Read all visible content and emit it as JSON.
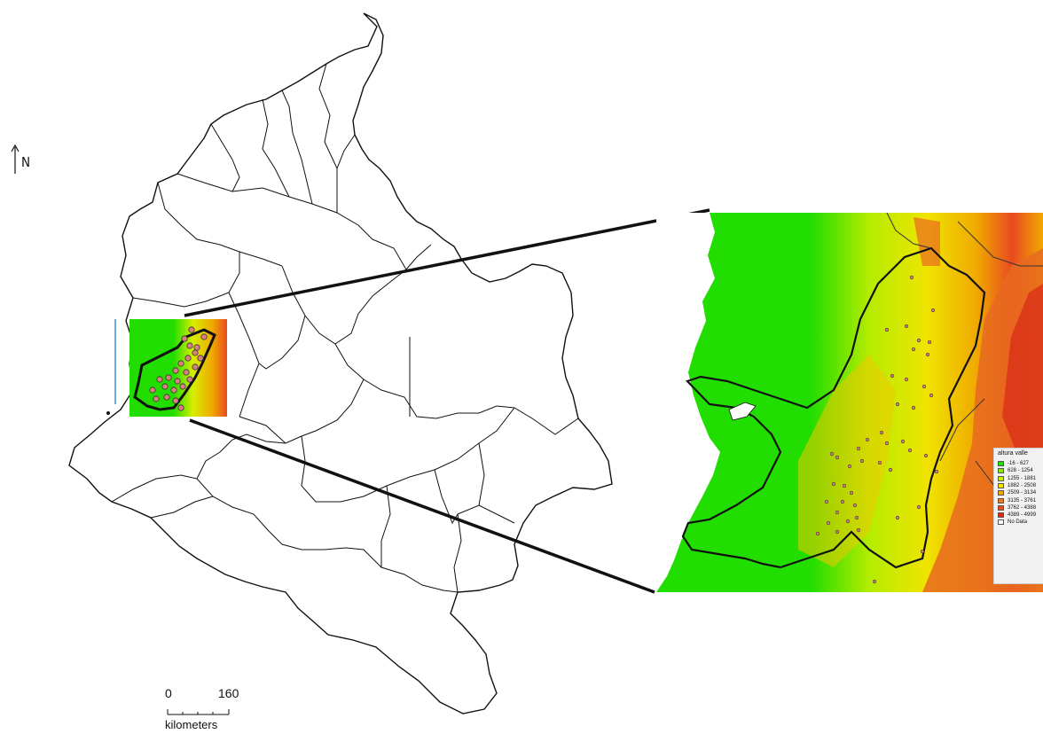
{
  "north_arrow": {
    "label": "N"
  },
  "scale_bar": {
    "start_label": "0",
    "end_label": "160",
    "unit_label": "kilometers"
  },
  "legend": {
    "title": "altura valle",
    "items": [
      {
        "label": "-16 - 627",
        "color": "#22dd00"
      },
      {
        "label": "628 - 1254",
        "color": "#88e600"
      },
      {
        "label": "1255 - 1881",
        "color": "#c8ee00"
      },
      {
        "label": "1882 - 2508",
        "color": "#f0e400"
      },
      {
        "label": "2509 - 3134",
        "color": "#f0a800"
      },
      {
        "label": "3135 - 3761",
        "color": "#ee7a20"
      },
      {
        "label": "3762 - 4388",
        "color": "#e84a20"
      },
      {
        "label": "4389 - 4999",
        "color": "#d82818"
      },
      {
        "label": "No Data",
        "color": "#ffffff"
      }
    ]
  },
  "colors": {
    "lowland": "#22dd00",
    "mid": "#c8ee00",
    "high": "#f0a800",
    "peak": "#d82818",
    "boundary": "#111111",
    "sample_point": "#d98080"
  }
}
